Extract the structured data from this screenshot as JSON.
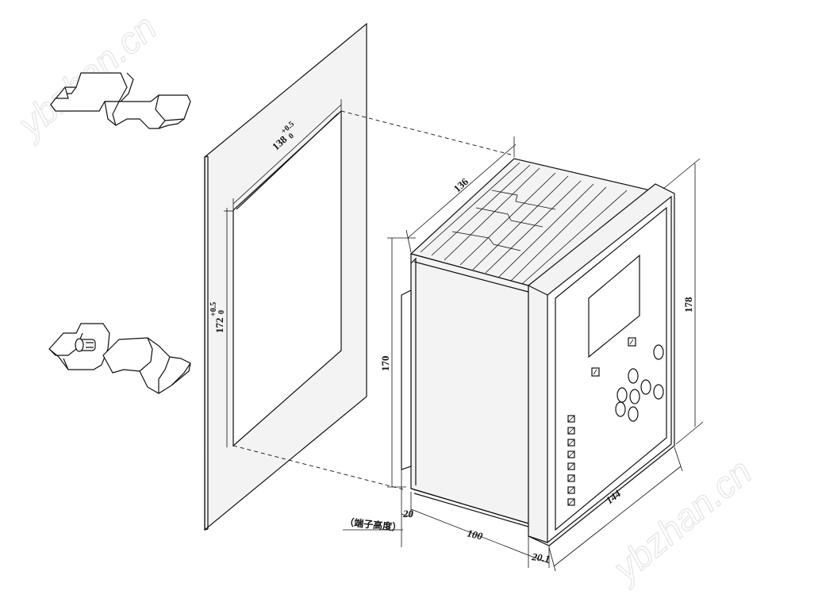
{
  "watermark": "ybzhan.cn",
  "dimensions": {
    "cutout_width": "138",
    "cutout_width_tol": "+0.5",
    "cutout_width_tol_low": "0",
    "cutout_height": "172",
    "cutout_height_tol": "+0.5",
    "cutout_height_tol_low": "0",
    "case_width": "136",
    "case_height": "170",
    "front_height": "178",
    "front_width": "144",
    "depth": "100",
    "terminal": "20",
    "bezel_depth": "20.1",
    "terminal_note": "（端子高度）"
  }
}
